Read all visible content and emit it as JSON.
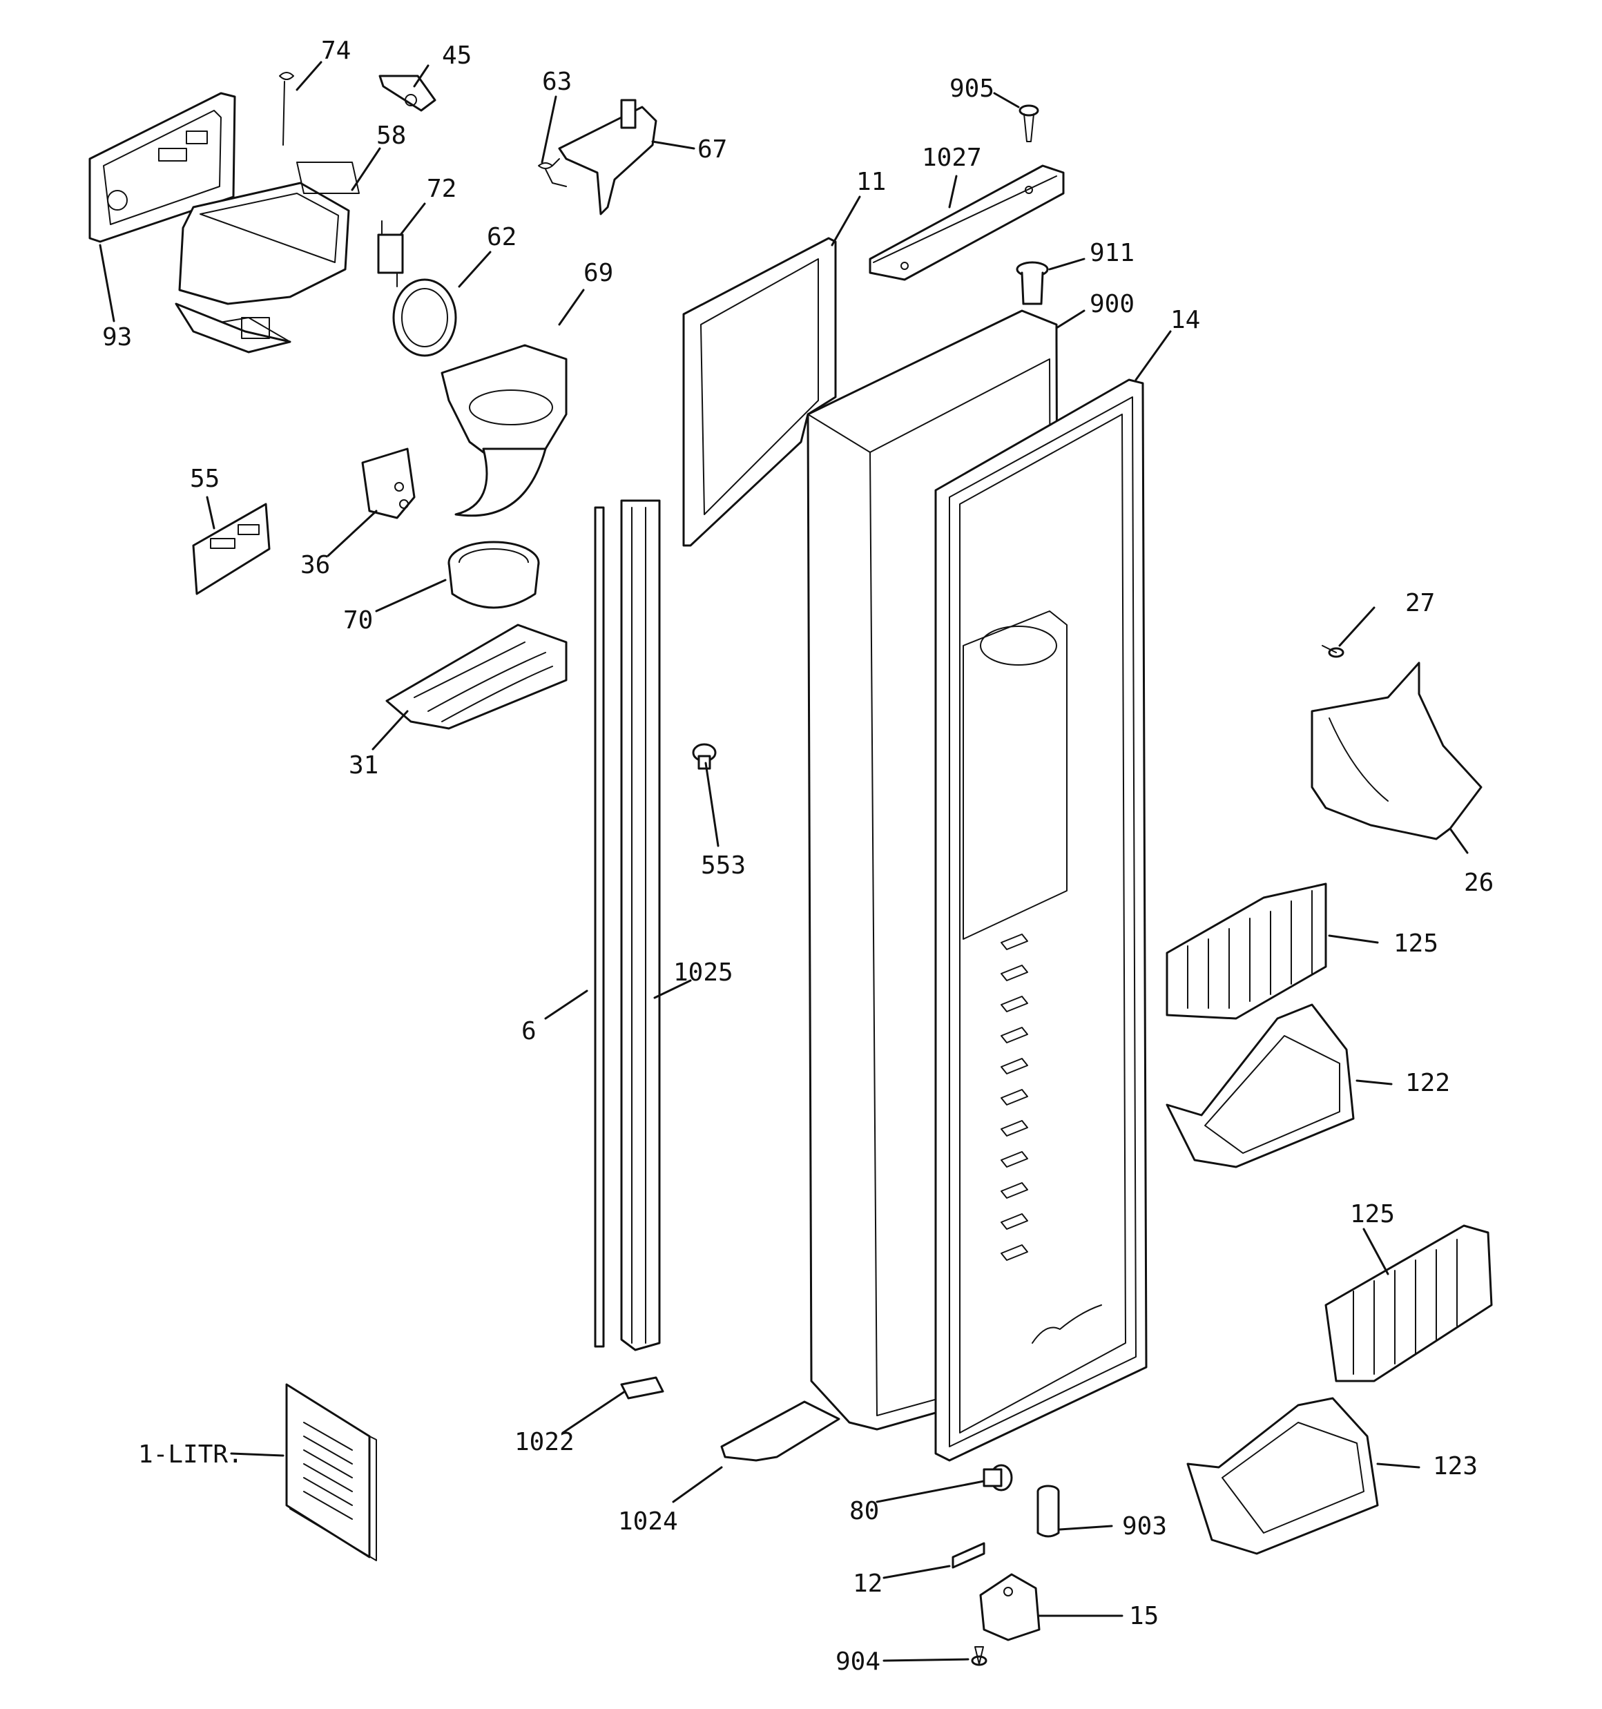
{
  "callouts": {
    "c74": "74",
    "c45": "45",
    "c63": "63",
    "c905": "905",
    "c67": "67",
    "c58": "58",
    "c72": "72",
    "c1027": "1027",
    "c11": "11",
    "c62": "62",
    "c911": "911",
    "c69": "69",
    "c900": "900",
    "c14": "14",
    "c93": "93",
    "c55": "55",
    "c36": "36",
    "c70": "70",
    "c27": "27",
    "c31": "31",
    "c553": "553",
    "c26": "26",
    "c125a": "125",
    "c1025": "1025",
    "c6": "6",
    "c122": "122",
    "c125b": "125",
    "c1022": "1022",
    "c1litr": "1-LITR.",
    "c123": "123",
    "c1024": "1024",
    "c80": "80",
    "c903": "903",
    "c12": "12",
    "c15": "15",
    "c904": "904"
  },
  "colors": {
    "line": "#111111",
    "background": "#ffffff"
  }
}
